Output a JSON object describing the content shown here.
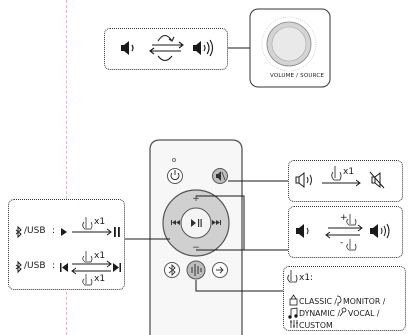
{
  "source_knob_label": "VOLUME / SOURCE",
  "mute_box": {
    "count": "x1"
  },
  "playback_box": {
    "row1": {
      "source": "/USB",
      "count": "x1"
    },
    "row2": {
      "source": "/USB",
      "count_top": "x1",
      "count_bottom": "x1"
    }
  },
  "volume_box": {
    "plus": "+",
    "minus": "-"
  },
  "remote": {
    "plus": "+",
    "minus": "−"
  },
  "eq_box": {
    "count": "x1:",
    "modes_line1": "CLASSIC / ",
    "modes_line1b": "MONITOR /",
    "modes_line2": "DYNAMIC / ",
    "modes_line2b": "VOCAL /",
    "modes_line3": "CUSTOM"
  }
}
